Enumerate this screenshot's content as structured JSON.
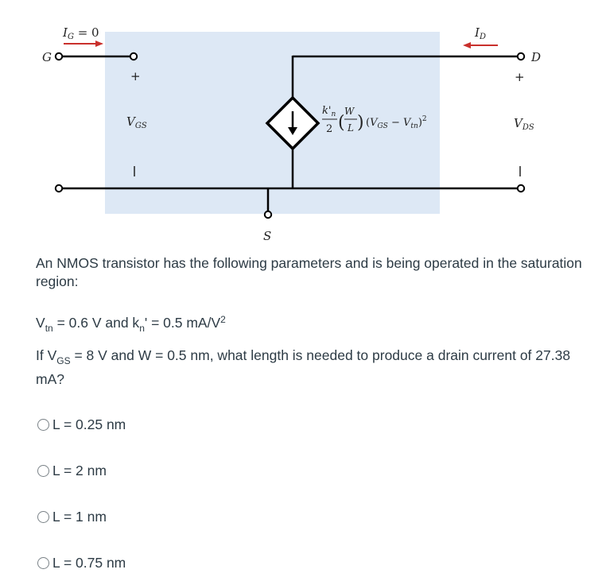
{
  "circuit": {
    "gate_current_label": "I_G = 0",
    "gate_terminal": "G",
    "drain_terminal": "D",
    "source_terminal": "S",
    "drain_current_label": "I_D",
    "vgs_label": "V_GS",
    "vds_label": "V_DS",
    "plus_sign": "+",
    "minus_sign": "–",
    "equation": "(k'_n / 2)(W/L)(V_GS − V_tn)²",
    "box_color": "#dde8f5",
    "arrow_color": "#c9302c",
    "wire_color": "#000000"
  },
  "question": {
    "intro": "An NMOS transistor has the following parameters and is being operated in the saturation region:",
    "params": {
      "v_sym": "V",
      "v_sub": "tn",
      "v_value": " = 0.6 V and k",
      "k_sub": "n",
      "k_value": "' = 0.5 mA/V",
      "k_sup": "2"
    },
    "ask": {
      "prefix": "If V",
      "sub": "GS",
      "rest": " = 8 V and W = 0.5 nm, what length is needed to produce a drain current of 27.38 mA?"
    }
  },
  "options": [
    {
      "label": "L = 0.25 nm"
    },
    {
      "label": "L = 2 nm"
    },
    {
      "label": "L = 1 nm"
    },
    {
      "label": "L = 0.75 nm"
    }
  ]
}
